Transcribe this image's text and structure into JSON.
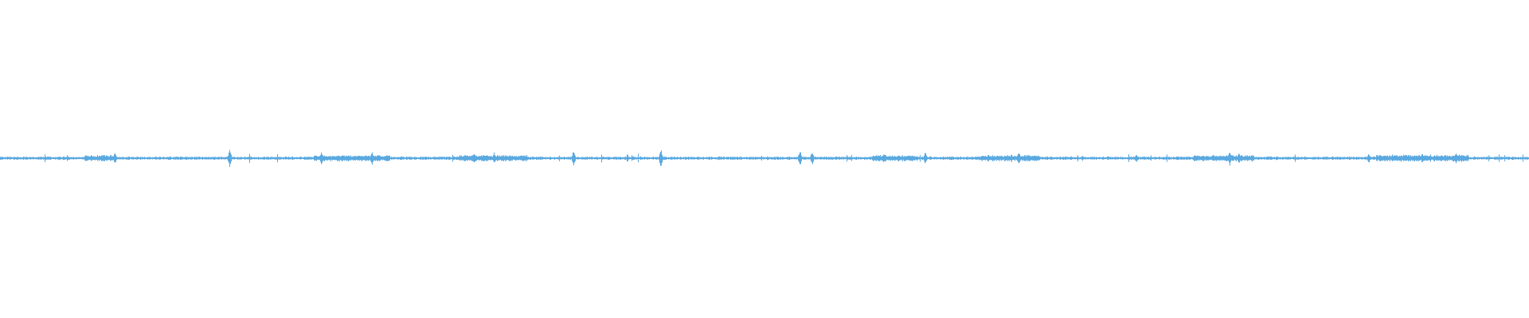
{
  "waveform": {
    "color": "#5aa9e0",
    "baseline_amplitude": 0.012,
    "spikes": [
      {
        "t": 0.075,
        "a": 0.04
      },
      {
        "t": 0.15,
        "a": 0.07
      },
      {
        "t": 0.21,
        "a": 0.045
      },
      {
        "t": 0.243,
        "a": 0.055
      },
      {
        "t": 0.31,
        "a": 0.035
      },
      {
        "t": 0.323,
        "a": 0.04
      },
      {
        "t": 0.375,
        "a": 0.055
      },
      {
        "t": 0.432,
        "a": 0.07
      },
      {
        "t": 0.523,
        "a": 0.06
      },
      {
        "t": 0.531,
        "a": 0.05
      },
      {
        "t": 0.578,
        "a": 0.035
      },
      {
        "t": 0.605,
        "a": 0.045
      },
      {
        "t": 0.666,
        "a": 0.05
      },
      {
        "t": 0.743,
        "a": 0.03
      },
      {
        "t": 0.804,
        "a": 0.055
      },
      {
        "t": 0.81,
        "a": 0.045
      },
      {
        "t": 0.895,
        "a": 0.035
      },
      {
        "t": 0.93,
        "a": 0.04
      },
      {
        "t": 0.952,
        "a": 0.04
      }
    ],
    "dense_regions": [
      {
        "start": 0.055,
        "end": 0.075,
        "a": 0.022
      },
      {
        "start": 0.205,
        "end": 0.255,
        "a": 0.022
      },
      {
        "start": 0.3,
        "end": 0.345,
        "a": 0.022
      },
      {
        "start": 0.57,
        "end": 0.6,
        "a": 0.022
      },
      {
        "start": 0.64,
        "end": 0.68,
        "a": 0.022
      },
      {
        "start": 0.78,
        "end": 0.82,
        "a": 0.022
      },
      {
        "start": 0.9,
        "end": 0.96,
        "a": 0.024
      }
    ]
  }
}
